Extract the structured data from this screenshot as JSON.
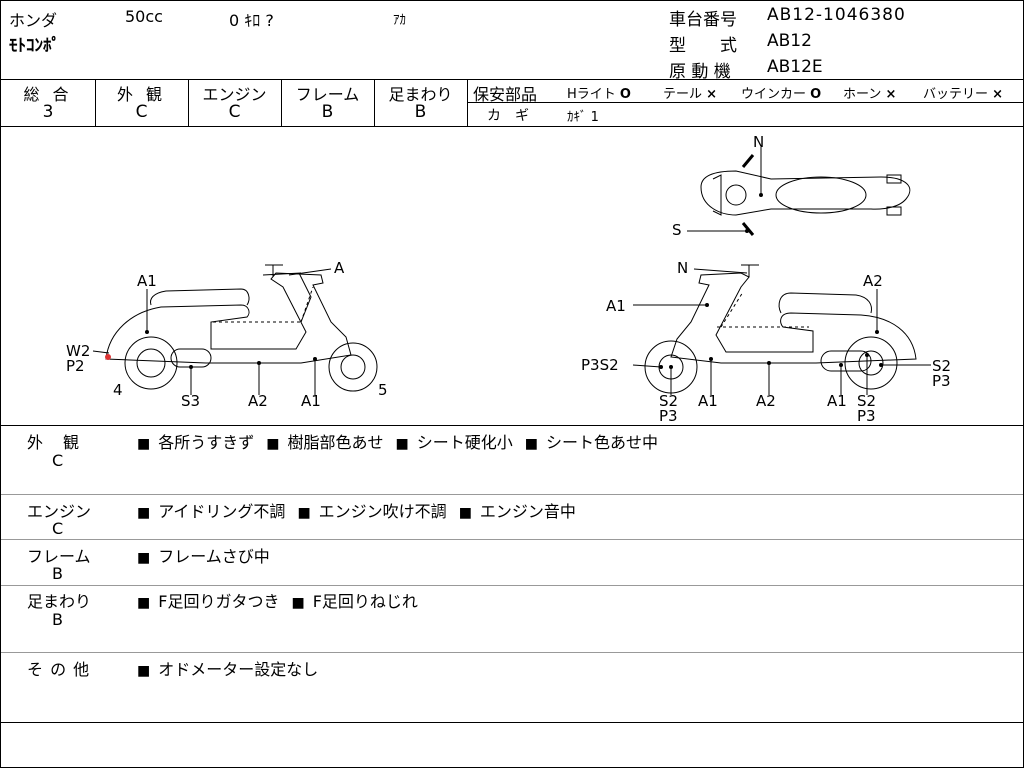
{
  "header": {
    "maker": "ホンダ",
    "displacement": "50cc",
    "mileage": "0 ｷﾛ ?",
    "color": "ｱｶ",
    "model_name": "ﾓﾄｺﾝﾎﾟ",
    "frame_no_label": "車台番号",
    "frame_no": "AB12-1046380",
    "type_label": "型　　式",
    "type": "AB12",
    "engine_label": "原 動 機",
    "engine": "AB12E"
  },
  "grades": {
    "overall_label": "総 合",
    "overall": "3",
    "exterior_label": "外 観",
    "exterior": "C",
    "engine_label": "エンジン",
    "engine": "C",
    "frame_label": "フレーム",
    "frame": "B",
    "suspension_label": "足まわり",
    "suspension": "B"
  },
  "safety": {
    "label": "保安部品",
    "items": [
      {
        "name": "Hライト",
        "mark": "O"
      },
      {
        "name": "テール",
        "mark": "×"
      },
      {
        "name": "ウインカー",
        "mark": "O"
      },
      {
        "name": "ホーン",
        "mark": "×"
      },
      {
        "name": "バッテリー",
        "mark": "×"
      }
    ],
    "key_label": "カ　ギ",
    "key_value": "ｶｷﾞ 1"
  },
  "diagram_labels": {
    "left": [
      "A1",
      "A",
      "W2",
      "P2",
      "4",
      "S3",
      "A2",
      "A1",
      "5"
    ],
    "top": [
      "N",
      "S"
    ],
    "right": [
      "N",
      "A1",
      "A2",
      "P3S2",
      "S2",
      "P3",
      "A1",
      "A2",
      "A1",
      "S2",
      "P3",
      "S2",
      "P3"
    ]
  },
  "remarks": [
    {
      "label": "外　観",
      "grade": "C",
      "items": [
        "各所うすきず",
        "樹脂部色あせ",
        "シート硬化小",
        "シート色あせ中"
      ]
    },
    {
      "label": "エンジン",
      "grade": "C",
      "items": [
        "アイドリング不調",
        "エンジン吹け不調",
        "エンジン音中"
      ]
    },
    {
      "label": "フレーム",
      "grade": "B",
      "items": [
        "フレームさび中"
      ]
    },
    {
      "label": "足まわり",
      "grade": "B",
      "items": [
        "F足回りガタつき",
        "F足回りねじれ"
      ]
    },
    {
      "label": "そ の 他",
      "grade": "",
      "items": [
        "オドメーター設定なし"
      ]
    }
  ]
}
